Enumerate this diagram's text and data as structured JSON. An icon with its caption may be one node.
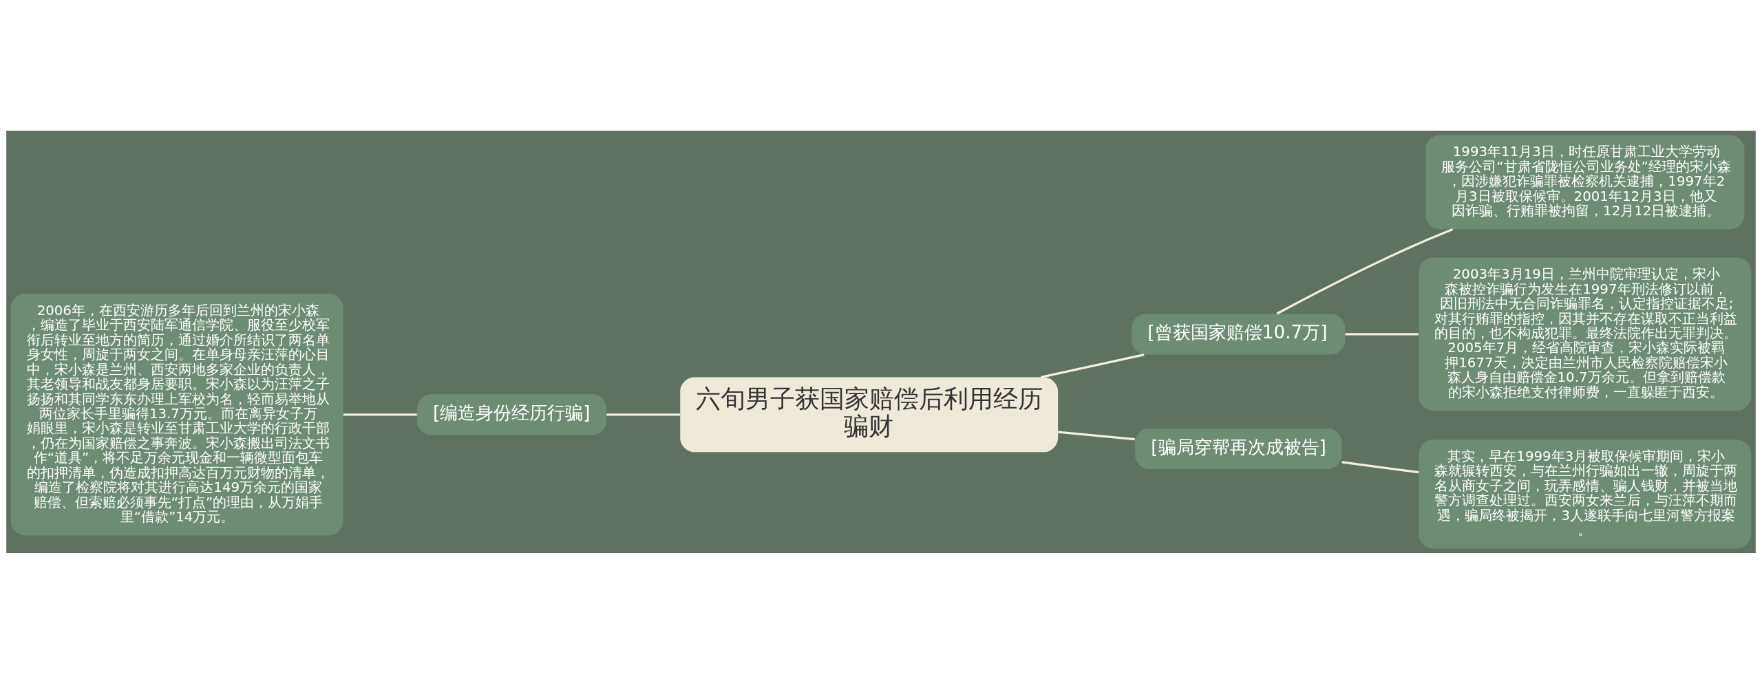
{
  "diagram": {
    "nodes": [
      {
        "text": [
          "六旬男子获国家赔偿后利用经历骗财"
        ]
      },
      {
        "text": [
          "[编造身份经历行骗]"
        ]
      },
      {
        "text": [
          "2006年，在西安游历多年后回到兰州的宋小森，编造了毕业于西安陆军通信学院、服役至少校军衔后转业至地方的简历，通过婚介所结识了两名单身女性，周旋于两女之间。在单身母亲汪萍的心目中，宋小森是兰州、西安两地多家企业的负责人，其老领导和战友都身居要职。宋小森以为汪萍之子扬扬和其同学东东办理上军校为名，轻而易举地从两位家长手里骗得13.7万元。而在离异女子万娟眼里，宋小森是转业至甘肃工业大学的行政干部，仍在为国家赔偿之事奔波。宋小森搬出司法文书作“道具”，将不足万余元现金和一辆微型面包车的扣押清单，伪造成扣押高达百万元财物的清单，编造了检察院将对其进行高达149万余元的国家赔偿、但索赔必须事先“打点”的理由，从万娟手里“借款”14万元。"
        ]
      },
      {
        "text": [
          "[曾获国家赔偿10.7万]"
        ]
      },
      {
        "text": [
          "1993年11月3日，时任原甘肃工业大学劳动服务公司“甘肃省陇恒公司业务处”经理的宋小森，因涉嫌犯诈骗罪被检察机关逮捕，1997年2月3日被取保候审。2001年12月3日，他又因诈骗、行贿罪被拘留，12月12日被逮捕。"
        ]
      },
      {
        "text": [
          "2003年3月19日，兰州中院审理认定，宋小森被控诈骗行为发生在1997年刑法修订以前，因旧刑法中无合同诈骗罪名，认定指控证据不足;对其行贿罪的指控，因其并不存在谋取不正当利益的目的，也不构成犯罪。最终法院作出无罪判决。2005年7月，经省高院审查，宋小森实际被羁押1677天，决定由兰州市人民检察院赔偿宋小森人身自由赔偿金10.7万余元。但拿到赔偿款的宋小森拒绝支付律师费，一直躲匿于西安。"
        ]
      },
      {
        "text": [
          "[骗局穿帮再次成被告]"
        ]
      },
      {
        "text": [
          "其实，早在1999年3月被取保候审期间，宋小森就辗转西安，与在兰州行骗如出一辙，周旋于两名从商女子之间，玩弄感情、骗人钱财，并被当地警方调查处理过。西安两女来兰后，与汪萍不期而遇，骗局终被揭开，3人遂联手向七里河警方报案。"
        ]
      }
    ],
    "edges": [
      {
        "from": 0,
        "to": 1,
        "arrow": "none"
      },
      {
        "from": 1,
        "to": 2,
        "arrow": "none"
      },
      {
        "from": 0,
        "to": 3,
        "arrow": "none"
      },
      {
        "from": 3,
        "to": 4,
        "arrow": "none"
      },
      {
        "from": 3,
        "to": 5,
        "arrow": "none"
      },
      {
        "from": 0,
        "to": 6,
        "arrow": "none"
      },
      {
        "from": 6,
        "to": 7,
        "arrow": "none"
      }
    ]
  }
}
